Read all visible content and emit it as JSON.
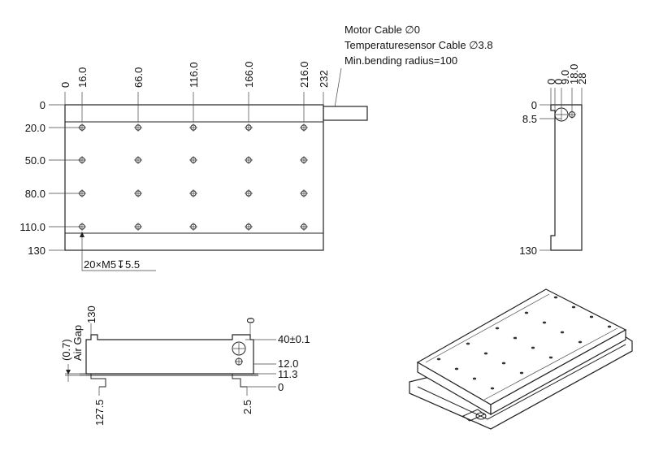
{
  "cable_notes": {
    "motor_cable": "Motor Cable ∅0",
    "temp_cable": "Temperaturesensor Cable ∅3.8",
    "bending": "Min.bending radius=100"
  },
  "top_view": {
    "x_dims": [
      "0",
      "16.0",
      "66.0",
      "116.0",
      "166.0",
      "216.0",
      "232"
    ],
    "y_dims": [
      "0",
      "20.0",
      "50.0",
      "80.0",
      "110.0",
      "130"
    ],
    "hole_note": "20×M5↧5.5"
  },
  "side_view": {
    "x_dims": [
      "0",
      "0",
      "9.0",
      "18.0",
      "28"
    ],
    "y_dims": [
      "0",
      "8.5",
      "130"
    ]
  },
  "front_view": {
    "air_gap": "(0.7)",
    "air_gap_label": "Air Gap",
    "top_left_dim": "130",
    "top_right_dim": "0",
    "right_dims": [
      "40±0.1",
      "12.0",
      "11.3",
      "0"
    ],
    "bottom_dims": [
      "127.5",
      "2.5"
    ]
  }
}
